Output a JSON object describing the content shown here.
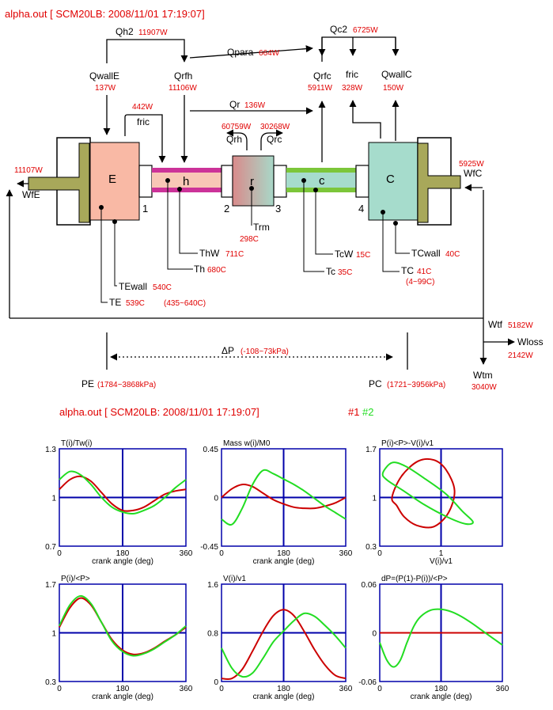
{
  "diagram": {
    "header": "alpha.out  [ SCM20LB: 2008/11/01 17:19:07]",
    "spaces": {
      "E": "E",
      "h": "h",
      "r": "r",
      "c": "c",
      "C": "C"
    },
    "ports": {
      "p1": "1",
      "p2": "2",
      "p3": "3",
      "p4": "4"
    },
    "labels": [
      {
        "name": "Qh2",
        "text": "Qh2",
        "value": "11907W"
      },
      {
        "name": "Qc2",
        "text": "Qc2",
        "value": "6725W"
      },
      {
        "name": "Qpara",
        "text": "Qpara",
        "value": "664W"
      },
      {
        "name": "QwallE",
        "text": "QwallE",
        "value": "137W"
      },
      {
        "name": "Qrfh",
        "text": "Qrfh",
        "value": "11106W"
      },
      {
        "name": "Qrfc",
        "text": "Qrfc",
        "value": "5911W"
      },
      {
        "name": "fric-c",
        "text": "fric",
        "value": "328W"
      },
      {
        "name": "QwallC",
        "text": "QwallC",
        "value": "150W"
      },
      {
        "name": "fric-e",
        "text": "fric",
        "value": "442W"
      },
      {
        "name": "Qr",
        "text": "Qr",
        "value": "136W"
      },
      {
        "name": "Qrh",
        "text": "Qrh",
        "value": "60759W"
      },
      {
        "name": "Qrc",
        "text": "Qrc",
        "value": "30268W"
      },
      {
        "name": "WfE",
        "text": "WfE",
        "value": "11107W"
      },
      {
        "name": "WfC",
        "text": "WfC",
        "value": "5925W"
      },
      {
        "name": "Trm",
        "text": "Trm",
        "value": "298C"
      },
      {
        "name": "ThW",
        "text": "ThW",
        "value": "711C"
      },
      {
        "name": "Th",
        "text": "Th",
        "value": "680C"
      },
      {
        "name": "TcW",
        "text": "TcW",
        "value": "15C"
      },
      {
        "name": "Tc",
        "text": "Tc",
        "value": "35C"
      },
      {
        "name": "TCwall",
        "text": "TCwall",
        "value": "40C"
      },
      {
        "name": "TC",
        "text": "TC",
        "value": "41C",
        "range": "(4~99C)"
      },
      {
        "name": "TEwall",
        "text": "TEwall",
        "value": "540C"
      },
      {
        "name": "TE",
        "text": "TE",
        "value": "539C",
        "range": "(435~640C)"
      },
      {
        "name": "Wtf",
        "text": "Wtf",
        "value": "5182W"
      },
      {
        "name": "Wloss",
        "text": "Wloss",
        "value": "2142W"
      },
      {
        "name": "Wtm",
        "text": "Wtm",
        "value": "3040W"
      },
      {
        "name": "dP",
        "text": "ΔP",
        "value": "(-108~73kPa)"
      },
      {
        "name": "PE",
        "text": "PE",
        "value": "(1784~3868kPa)"
      },
      {
        "name": "PC",
        "text": "PC",
        "value": "(1721~3956kPa)"
      }
    ]
  },
  "charts": {
    "header": "alpha.out  [ SCM20LB: 2008/11/01 17:19:07]",
    "legend": {
      "s1": "#1",
      "s2": "#2",
      "color1": "#cc0000",
      "color2": "#22dd22"
    },
    "axis_color": "#0000aa"
  },
  "chart_data": [
    {
      "type": "line",
      "title": "T(i)/Tw(i)",
      "xlabel": "crank angle (deg)",
      "xlim": [
        0,
        360
      ],
      "ylim": [
        0.7,
        1.3
      ],
      "xticks": [
        "0",
        "180",
        "360"
      ],
      "yticks": [
        "1.3",
        "1",
        "0.7"
      ],
      "ref": {
        "x": 180,
        "y": 1
      },
      "series": [
        {
          "name": "#1",
          "x": [
            0,
            30,
            60,
            90,
            120,
            150,
            180,
            210,
            240,
            270,
            300,
            330,
            360
          ],
          "y": [
            1.05,
            1.11,
            1.13,
            1.1,
            1.03,
            0.96,
            0.92,
            0.92,
            0.94,
            0.98,
            1.02,
            1.04,
            1.05
          ]
        },
        {
          "name": "#2",
          "x": [
            0,
            30,
            60,
            90,
            120,
            150,
            180,
            210,
            240,
            270,
            300,
            330,
            360
          ],
          "y": [
            1.11,
            1.16,
            1.14,
            1.08,
            1.0,
            0.94,
            0.91,
            0.9,
            0.92,
            0.95,
            1.0,
            1.06,
            1.11
          ]
        }
      ]
    },
    {
      "type": "line",
      "title": "Mass w(i)/M0",
      "xlabel": "crank angle (deg)",
      "xlim": [
        0,
        360
      ],
      "ylim": [
        -0.45,
        0.45
      ],
      "xticks": [
        "0",
        "180",
        "360"
      ],
      "yticks": [
        "0.45",
        "0",
        "-0.45"
      ],
      "ref": {
        "x": 180,
        "y": 0
      },
      "series": [
        {
          "name": "#1",
          "x": [
            0,
            30,
            60,
            90,
            120,
            150,
            180,
            210,
            240,
            270,
            300,
            330,
            360
          ],
          "y": [
            0.0,
            0.08,
            0.12,
            0.1,
            0.04,
            -0.02,
            -0.06,
            -0.09,
            -0.1,
            -0.1,
            -0.08,
            -0.05,
            0.0
          ]
        },
        {
          "name": "#2",
          "x": [
            0,
            30,
            60,
            90,
            120,
            150,
            180,
            210,
            240,
            270,
            300,
            330,
            360
          ],
          "y": [
            -0.2,
            -0.25,
            -0.1,
            0.12,
            0.25,
            0.22,
            0.17,
            0.12,
            0.06,
            -0.01,
            -0.08,
            -0.14,
            -0.2
          ]
        }
      ]
    },
    {
      "type": "line",
      "title": "P(i)<P>-V(i)/v1",
      "xlabel": "V(i)/v1",
      "xlim": [
        0,
        2
      ],
      "ylim": [
        0.3,
        1.7
      ],
      "xticks": [
        "0",
        "1"
      ],
      "yticks": [
        "1.7",
        "1",
        "0.3"
      ],
      "ref": {
        "x": 1,
        "y": 1
      },
      "series": [
        {
          "name": "#1",
          "closed": true,
          "x": [
            0.2,
            0.35,
            0.62,
            0.88,
            1.08,
            1.22,
            1.12,
            0.88,
            0.6,
            0.4,
            0.28
          ],
          "y": [
            1.0,
            1.3,
            1.52,
            1.54,
            1.4,
            1.1,
            0.78,
            0.58,
            0.6,
            0.72,
            0.88
          ]
        },
        {
          "name": "#2",
          "closed": true,
          "x": [
            0.05,
            0.2,
            0.42,
            0.72,
            1.08,
            1.35,
            1.52,
            1.4,
            1.1,
            0.72,
            0.38,
            0.12
          ],
          "y": [
            1.35,
            1.5,
            1.45,
            1.28,
            1.05,
            0.8,
            0.65,
            0.62,
            0.72,
            0.9,
            1.1,
            1.25
          ]
        }
      ]
    },
    {
      "type": "line",
      "title": "P(i)/<P>",
      "xlabel": "crank angle (deg)",
      "xlim": [
        0,
        360
      ],
      "ylim": [
        0.3,
        1.7
      ],
      "xticks": [
        "0",
        "180",
        "360"
      ],
      "yticks": [
        "1.7",
        "1",
        "0.3"
      ],
      "ref": {
        "x": 180,
        "y": 1
      },
      "series": [
        {
          "name": "#1",
          "x": [
            0,
            30,
            60,
            90,
            120,
            150,
            180,
            210,
            240,
            270,
            300,
            330,
            360
          ],
          "y": [
            1.08,
            1.36,
            1.5,
            1.4,
            1.15,
            0.9,
            0.75,
            0.69,
            0.71,
            0.78,
            0.88,
            0.97,
            1.08
          ]
        },
        {
          "name": "#2",
          "x": [
            0,
            30,
            60,
            90,
            120,
            150,
            180,
            210,
            240,
            270,
            300,
            330,
            360
          ],
          "y": [
            1.1,
            1.4,
            1.53,
            1.42,
            1.15,
            0.88,
            0.73,
            0.67,
            0.7,
            0.77,
            0.87,
            0.97,
            1.1
          ]
        }
      ]
    },
    {
      "type": "line",
      "title": "V(i)/v1",
      "xlabel": "crank angle (deg)",
      "xlim": [
        0,
        360
      ],
      "ylim": [
        0,
        1.6
      ],
      "xticks": [
        "0",
        "180",
        "360"
      ],
      "yticks": [
        "1.6",
        "0.8",
        "0"
      ],
      "ref": {
        "x": 180,
        "y": 0.8
      },
      "series": [
        {
          "name": "#1",
          "x": [
            0,
            30,
            60,
            90,
            120,
            150,
            180,
            210,
            240,
            270,
            300,
            330,
            360
          ],
          "y": [
            0.05,
            0.05,
            0.2,
            0.5,
            0.82,
            1.08,
            1.18,
            1.08,
            0.82,
            0.52,
            0.27,
            0.1,
            0.05
          ]
        },
        {
          "name": "#2",
          "x": [
            0,
            30,
            60,
            90,
            120,
            150,
            180,
            210,
            240,
            270,
            300,
            330,
            360
          ],
          "y": [
            0.55,
            0.22,
            0.08,
            0.14,
            0.38,
            0.65,
            0.83,
            1.0,
            1.12,
            1.07,
            0.92,
            0.75,
            0.55
          ]
        }
      ]
    },
    {
      "type": "line",
      "title": "dP=(P(1)-P(i))/<P>",
      "xlabel": "crank angle (deg)",
      "xlim": [
        0,
        360
      ],
      "ylim": [
        -0.06,
        0.06
      ],
      "xticks": [
        "0",
        "180",
        "360"
      ],
      "yticks": [
        "0.06",
        "0",
        "-0.06"
      ],
      "ref": {
        "x": 180,
        "y": 0
      },
      "series": [
        {
          "name": "#1",
          "x": [
            0,
            360
          ],
          "y": [
            0,
            0
          ]
        },
        {
          "name": "#2",
          "x": [
            0,
            20,
            40,
            60,
            80,
            100,
            120,
            150,
            180,
            210,
            240,
            270,
            300,
            330,
            360
          ],
          "y": [
            -0.012,
            -0.033,
            -0.042,
            -0.034,
            -0.012,
            0.008,
            0.02,
            0.028,
            0.029,
            0.026,
            0.02,
            0.012,
            0.003,
            -0.006,
            -0.015
          ]
        }
      ]
    }
  ]
}
